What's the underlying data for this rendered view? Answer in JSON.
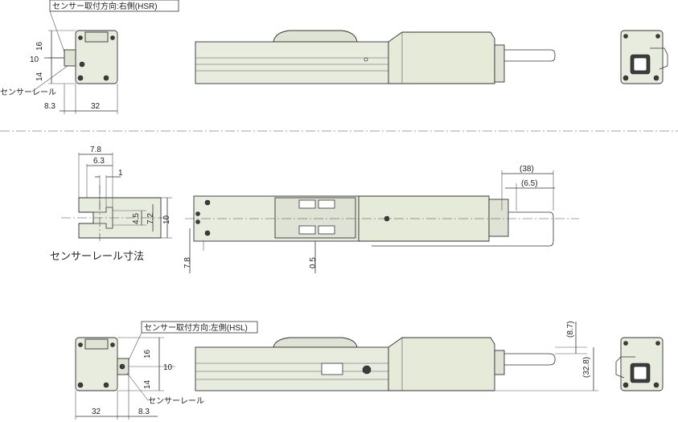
{
  "labels": {
    "sensor_mount_right": "センサー取付方向:右側(HSR)",
    "sensor_mount_left": "センサー取付方向:左側(HSL)",
    "sensor_rail_top": "センサーレール",
    "sensor_rail_bottom": "センサーレール",
    "sensor_rail_dims_title": "センサーレール寸法"
  },
  "dimensions": {
    "top_left": {
      "d16": "16",
      "d10": "10",
      "d14": "14",
      "d8_3": "8.3",
      "d32": "32"
    },
    "rail": {
      "d7_8": "7.8",
      "d6_3": "6.3",
      "d1": "1",
      "d4_5": "4.5",
      "d7_2": "7.2",
      "d10": "10"
    },
    "mid": {
      "d38": "(38)",
      "d6_5": "(6.5)",
      "d7_8": "7.8",
      "d0_5": "0.5"
    },
    "bottom_left": {
      "d16": "16",
      "d10": "10",
      "d14": "14",
      "d32": "32",
      "d8_3": "8.3"
    },
    "bottom_right": {
      "d8_7": "(8.7)",
      "d32_8": "(32.8)"
    }
  },
  "colors": {
    "body_fill": "#e8ecdf",
    "line": "#333333"
  }
}
